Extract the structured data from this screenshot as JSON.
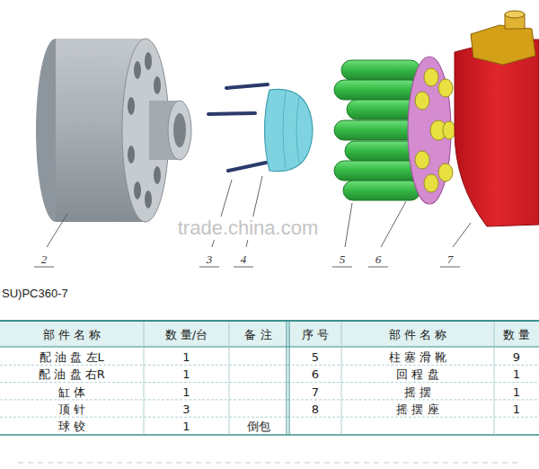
{
  "diagram": {
    "labels": [
      "2",
      "3",
      "4",
      "5",
      "6",
      "7",
      "trade.china.com",
      "SU)PC360-7",
      "部 件 名 称",
      "数 量/台",
      "备 注",
      "序 号",
      "部 件 名 称",
      "数 量",
      "配 油 盘 左L",
      "1",
      "5",
      "柱 塞 滑 靴",
      "9",
      "配 油 盘 右R",
      "1",
      "6",
      "回 程 盘",
      "1",
      "缸 体",
      "1",
      "7",
      "摇 摆",
      "1",
      "顶 针",
      "3",
      "8",
      "摇 摆 座",
      "1",
      "球 铰",
      "1",
      "倒包"
    ]
  }
}
